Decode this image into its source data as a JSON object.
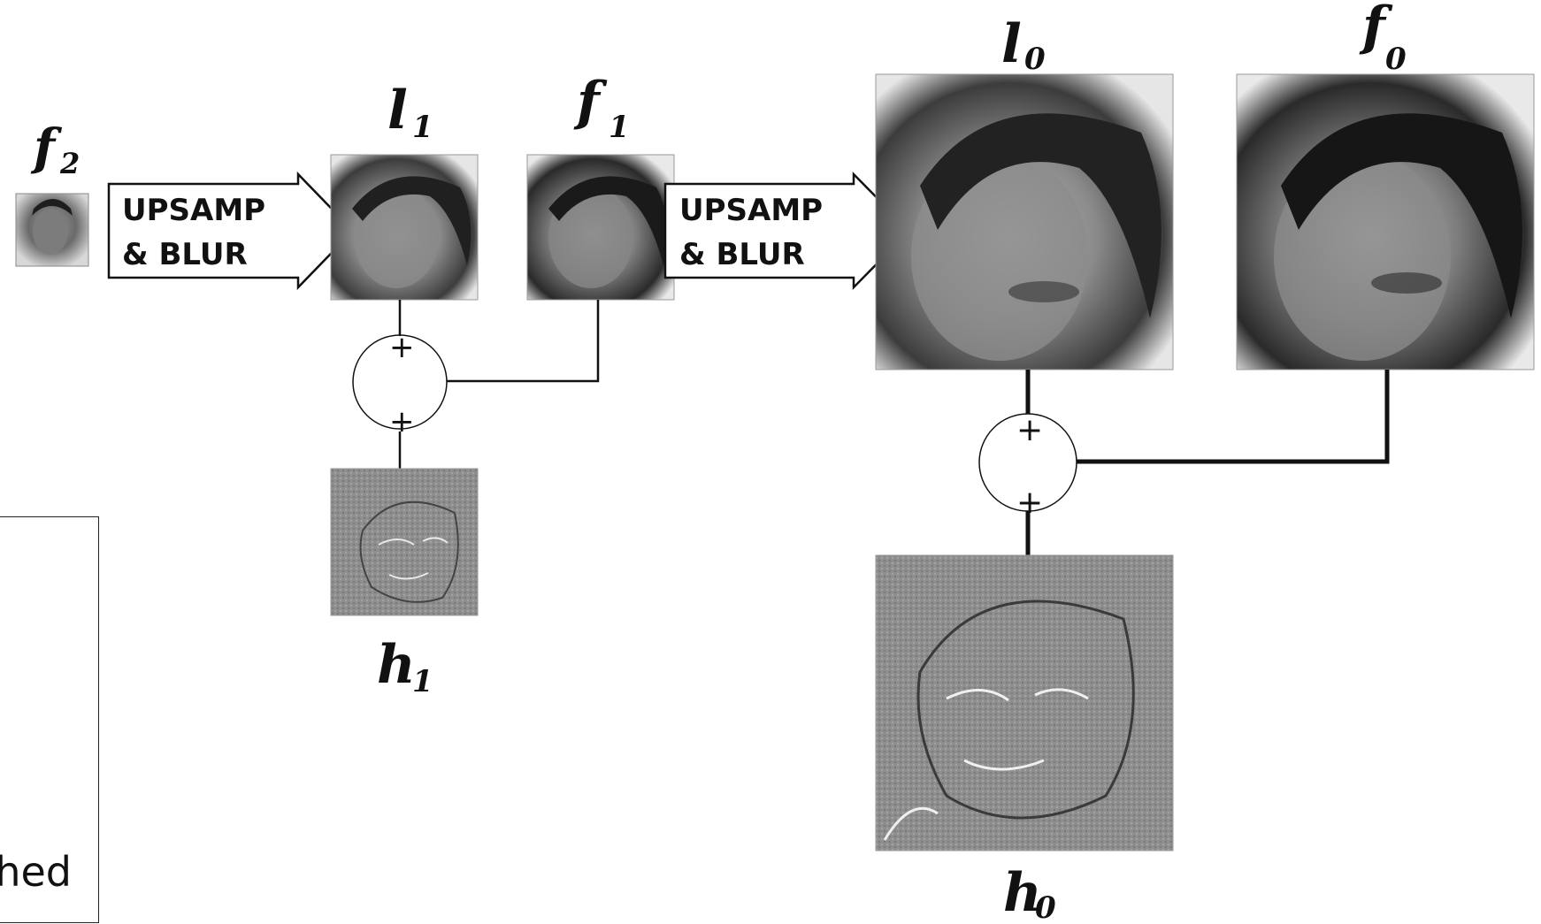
{
  "labels": {
    "f2": {
      "main": "f",
      "sub": "2"
    },
    "l1": {
      "main": "l",
      "sub": "1"
    },
    "f1": {
      "main": "f",
      "sub": "1"
    },
    "h1": {
      "main": "h",
      "sub": "1"
    },
    "l0": {
      "main": "l",
      "sub": "0"
    },
    "f0": {
      "main": "f",
      "sub": "0"
    },
    "h0": {
      "main": "h",
      "sub": "0"
    }
  },
  "arrow1": {
    "line1": "UPSAMP",
    "line2": "& BLUR"
  },
  "arrow2": {
    "line1": "UPSAMP",
    "line2": "& BLUR"
  },
  "adder_signs": [
    "+",
    "+"
  ],
  "note": {
    "text": "hed"
  }
}
